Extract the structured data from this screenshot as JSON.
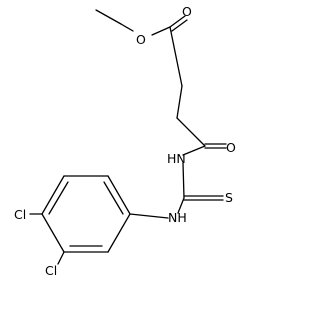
{
  "molecule": {
    "atoms": {
      "ester_o": "O",
      "carbonyl_o": "O",
      "amide_o": "O",
      "amide_nh": "HN",
      "thio_s": "S",
      "aryl_nh": "NH",
      "cl_upper": "Cl",
      "cl_lower": "Cl"
    }
  }
}
